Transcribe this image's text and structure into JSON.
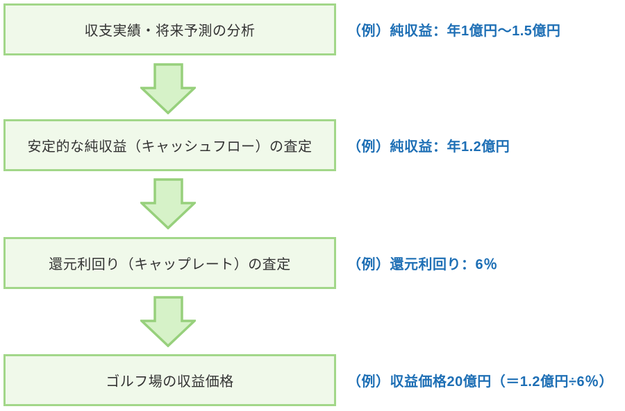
{
  "colors": {
    "box_fill": "#f0f9ea",
    "box_border": "#a2d789",
    "arrow_fill": "#d6f2c8",
    "arrow_border": "#97d07c",
    "example_text_blue": "#1e6fb5",
    "box_text": "#333333",
    "background": "#ffffff"
  },
  "flow": {
    "steps": [
      {
        "box": "収支実績・将来予測の分析",
        "example": "（例）純収益：年1億円～1.5億円"
      },
      {
        "box": "安定的な純収益（キャッシュフロー）の査定",
        "example": "（例）純収益：年1.2億円"
      },
      {
        "box": "還元利回り（キャップレート）の査定",
        "example": "（例）還元利回り：6％"
      },
      {
        "box": "ゴルフ場の収益価格",
        "example": "（例）収益価格20億円（＝1.2億円÷6％）"
      }
    ],
    "arrow_icon": "down-arrow-icon"
  }
}
